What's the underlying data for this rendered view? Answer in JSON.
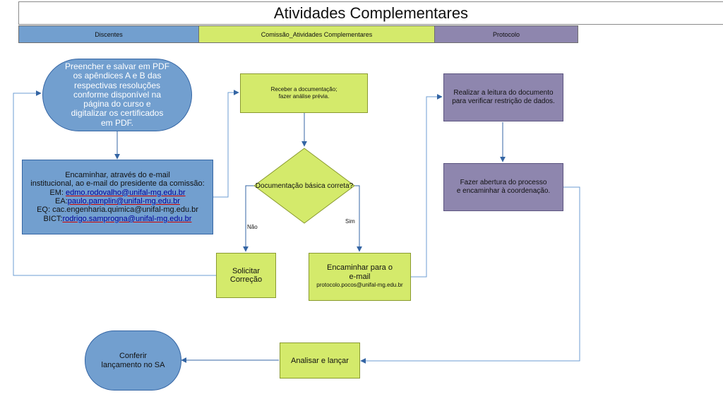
{
  "header": {
    "title": "Atividades Complementares"
  },
  "lanes": {
    "discentes": "Discentes",
    "comissao": "Comissão_Atividades Complementares",
    "protocolo": "Protocolo"
  },
  "nodes": {
    "preencher": {
      "lines": [
        "Preencher e salvar em PDF",
        "os apêndices A e B das",
        "respectivas resoluções",
        "conforme disponível na",
        "página do curso e",
        "digitalizar os certificados",
        "em PDF."
      ]
    },
    "encaminhar_email": {
      "line1": "Encaminhar, através do e-mail",
      "line2": "institucional, ao e-mail do presidente da comissão:",
      "em_label": "EM: ",
      "em_email": "edmo.rodovalho@unifal-mg.edu.br",
      "ea_label": "EA:",
      "ea_email": "paulo.pamplin@unifal-mg.edu.br",
      "eq_text": "EQ: cac.engenharia.quimica@unifal-mg.edu.br",
      "bict_label": "BICT:",
      "bict_email": "rodrigo.samprogna@unifal-mg.edu.br"
    },
    "receber": {
      "lines": [
        "Receber a  documentação;",
        "fazer análise prévia."
      ]
    },
    "decisao": {
      "label": "Documentação básica correta?"
    },
    "solicitar": {
      "label": "Solicitar Correção"
    },
    "encaminhar_protocolo": {
      "line1": "Encaminhar para o",
      "line2": "e-mail",
      "email": "protocolo.pocos@unifal-mg.edu.br"
    },
    "leitura": {
      "lines": [
        "Realizar a leitura do documento",
        "para verificar restrição de dados."
      ]
    },
    "abertura": {
      "lines": [
        "Fazer abertura do processo",
        "e encaminhar à coordenação."
      ]
    },
    "analisar": {
      "label": "Analisar e lançar"
    },
    "conferir": {
      "lines": [
        "Conferir",
        "lançamento no SA"
      ]
    }
  },
  "edges": {
    "nao": "Não",
    "sim": "Sim"
  },
  "colors": {
    "blue": "#729fcf",
    "green": "#d4ea6b",
    "purple": "#8e86ae",
    "arrow": "#3465a4"
  }
}
